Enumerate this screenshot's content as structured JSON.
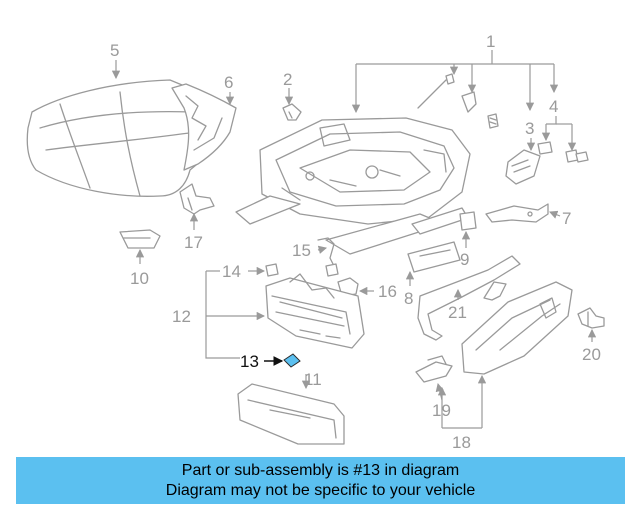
{
  "callouts": {
    "c1": "1",
    "c2": "2",
    "c3": "3",
    "c4": "4",
    "c5": "5",
    "c6": "6",
    "c7": "7",
    "c8": "8",
    "c9": "9",
    "c10": "10",
    "c11": "11",
    "c12": "12",
    "c13": "13",
    "c14": "14",
    "c15": "15",
    "c16": "16",
    "c17": "17",
    "c18": "18",
    "c19": "19",
    "c20": "20",
    "c21": "21"
  },
  "highlighted_callout": "13",
  "colors": {
    "line_art": "#9a9a9a",
    "highlight_part": "#5bc0f0",
    "banner": "#5bc0f0",
    "highlight_label": "#111111"
  },
  "banner": {
    "line1": "Part or sub-assembly is #13 in diagram",
    "line2": "Diagram may not be specific to your vehicle"
  }
}
